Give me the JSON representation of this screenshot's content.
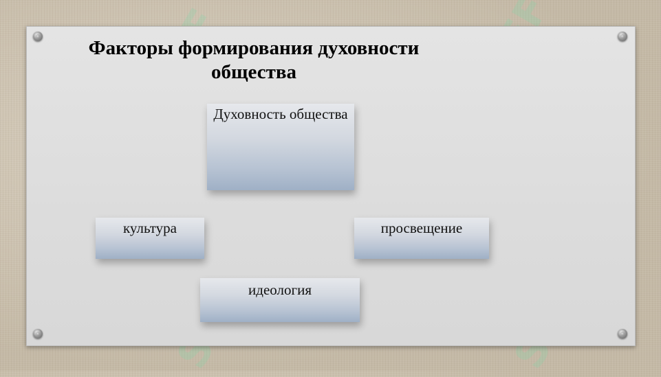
{
  "diagram": {
    "title": "Факторы формирования духовности общества",
    "nodes": {
      "center": "Духовность общества",
      "left": "культура",
      "right": "просвещение",
      "bottom": "идеология"
    }
  },
  "watermark": {
    "text": "SOFF"
  },
  "colors": {
    "board": "#dcdcdc",
    "background": "#c9bfae",
    "node_top": "#e6e8ec",
    "node_bottom": "#9fb0c6"
  }
}
